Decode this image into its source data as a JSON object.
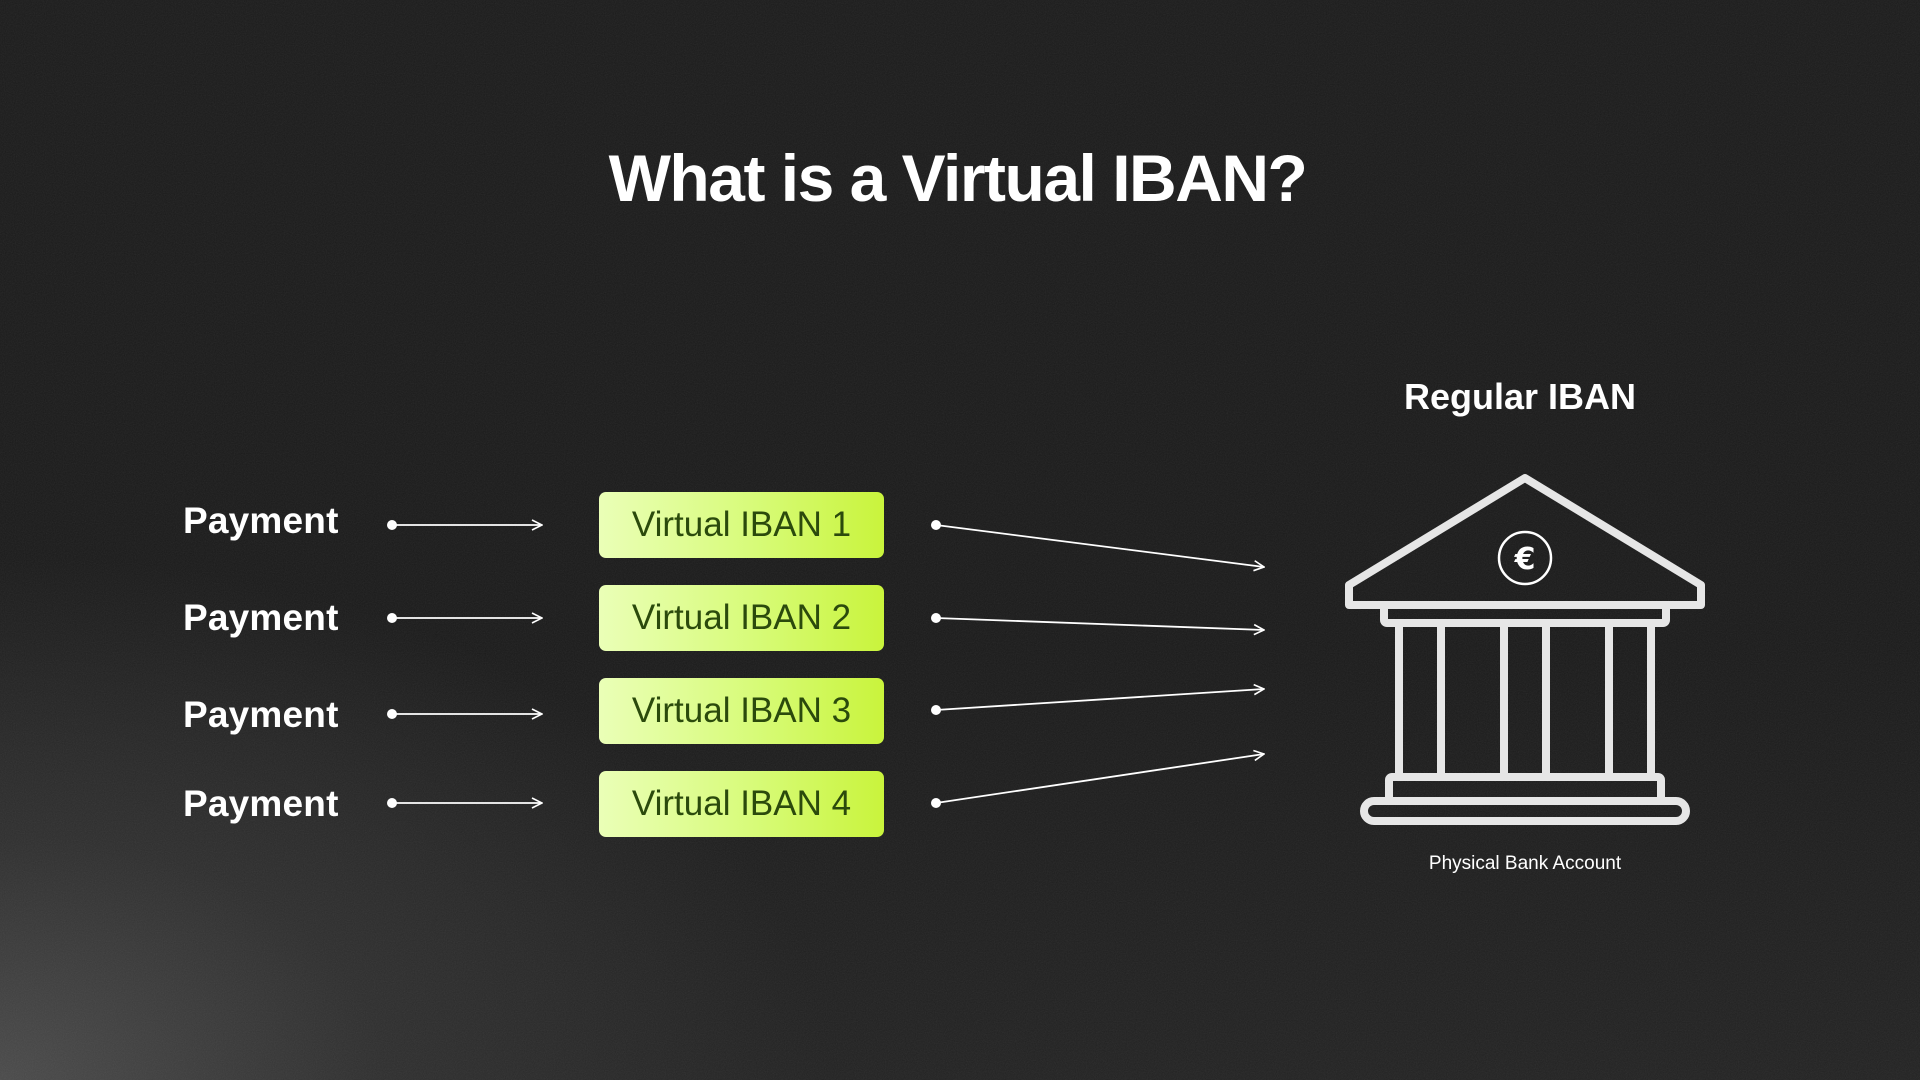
{
  "title": "What is a Virtual IBAN?",
  "payments": [
    "Payment",
    "Payment",
    "Payment",
    "Payment"
  ],
  "virtual_ibans": [
    "Virtual IBAN 1",
    "Virtual IBAN 2",
    "Virtual IBAN 3",
    "Virtual IBAN 4"
  ],
  "regular": {
    "label": "Regular IBAN",
    "bank_label": "Physical Bank Account",
    "currency_symbol": "€"
  },
  "colors": {
    "background": "#1a1a1a",
    "accent_from": "#eaffb7",
    "accent_to": "#c9f43c",
    "accent_text": "#2b4a0c",
    "line": "#ffffff",
    "bank_stroke": "#e6e6e6"
  }
}
